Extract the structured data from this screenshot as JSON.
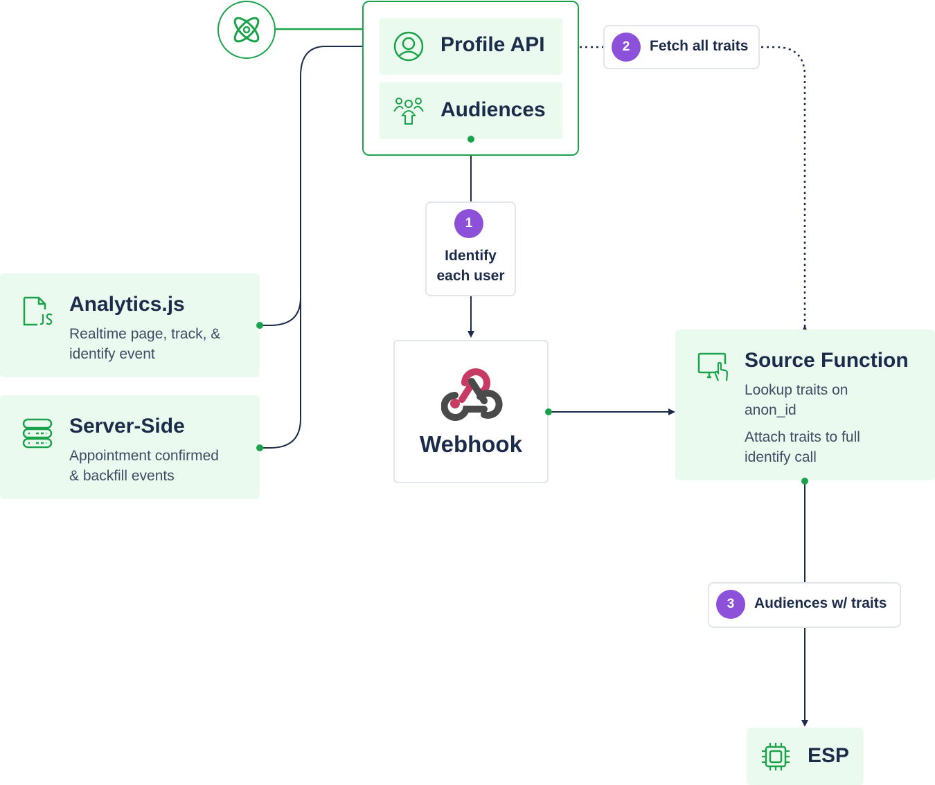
{
  "colors": {
    "green": "#1aa34a",
    "green_light": "#ebfaef",
    "purple": "#8c50d9",
    "navy": "#1c2b4a",
    "webhook_red": "#c73a63",
    "webhook_gray": "#4a4a4a"
  },
  "profile_api": {
    "label": "Profile API",
    "icon": "user-circle-icon"
  },
  "audiences": {
    "label": "Audiences",
    "icon": "people-group-icon"
  },
  "atom": {
    "icon": "atom-icon"
  },
  "step1": {
    "number": "1",
    "line1": "Identify",
    "line2": "each user"
  },
  "step2": {
    "number": "2",
    "label": "Fetch all traits"
  },
  "step3": {
    "number": "3",
    "label": "Audiences w/ traits"
  },
  "analytics": {
    "title": "Analytics.js",
    "line1": "Realtime page, track, &",
    "line2": "identify event",
    "icon": "js-file-icon"
  },
  "server_side": {
    "title": "Server-Side",
    "line1": "Appointment confirmed",
    "line2": "& backfill events",
    "icon": "server-icon"
  },
  "webhook": {
    "label": "Webhook",
    "icon": "webhook-icon"
  },
  "source_function": {
    "title": "Source Function",
    "line1": "Lookup traits on",
    "line2": "anon_id",
    "line3": "Attach traits to full",
    "line4": "identify call",
    "icon": "monitor-touch-icon"
  },
  "esp": {
    "label": "ESP",
    "icon": "chip-icon"
  }
}
